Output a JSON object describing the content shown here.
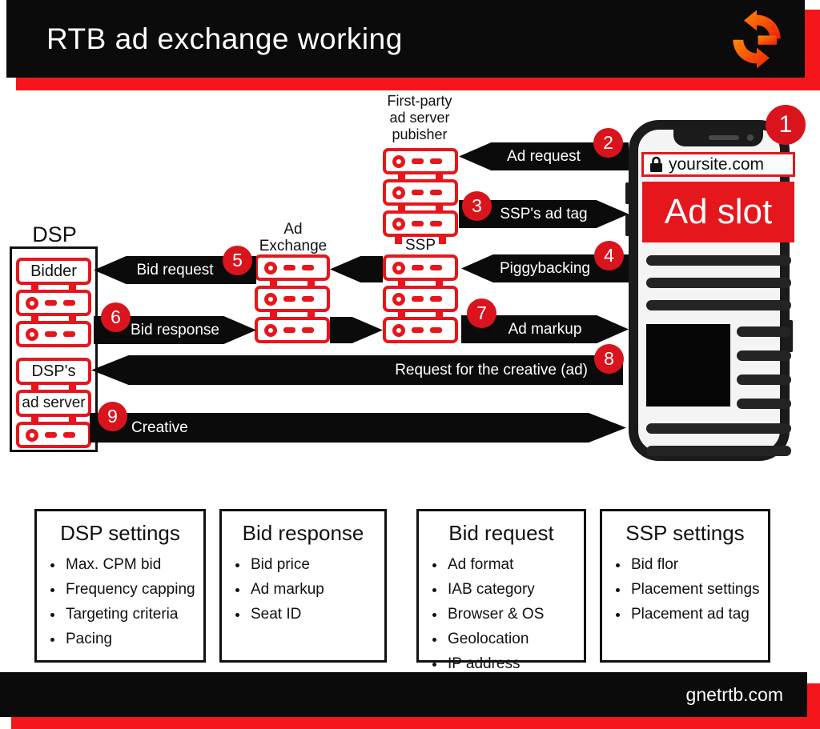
{
  "header": {
    "title": "RTB ad exchange working"
  },
  "footer": {
    "site": "gnetrtb.com"
  },
  "colors": {
    "red_elements": "#e6161d",
    "red_stripe": "#f5161b",
    "black": "#0b0b0b",
    "logo_orange": "#ff8a00",
    "logo_red": "#ee1c0c"
  },
  "phone": {
    "badge": "1",
    "url": "yoursite.com",
    "ad_slot": "Ad slot"
  },
  "groups": {
    "first_party": {
      "label_lines": [
        "First-party",
        "ad server",
        "pubisher"
      ]
    },
    "ad_exchange": {
      "label_lines": [
        "Ad",
        "Exchange"
      ]
    },
    "ssp": {
      "label": "SSP"
    },
    "dsp": {
      "label": "DSP",
      "units": {
        "bidder": "Bidder",
        "dsps": "DSP's",
        "ad_server": "ad server"
      }
    }
  },
  "arrows": [
    {
      "num": "2",
      "label": "Ad request"
    },
    {
      "num": "3",
      "label": "SSP's ad tag"
    },
    {
      "num": "4",
      "label": "Piggybacking"
    },
    {
      "num": "5",
      "label": "Bid request"
    },
    {
      "num": "6",
      "label": "Bid response"
    },
    {
      "num": "7",
      "label": "Ad markup"
    },
    {
      "num": "8",
      "label": "Request for the creative (ad)"
    },
    {
      "num": "9",
      "label": "Creative"
    }
  ],
  "panels": [
    {
      "title": "DSP settings",
      "items": [
        "Max. CPM bid",
        "Frequency capping",
        "Targeting criteria",
        "Pacing"
      ]
    },
    {
      "title": "Bid response",
      "items": [
        "Bid price",
        "Ad markup",
        "Seat ID"
      ]
    },
    {
      "title": "Bid request",
      "items": [
        "Ad format",
        "IAB category",
        "Browser & OS",
        "Geolocation",
        "IP address"
      ]
    },
    {
      "title": "SSP settings",
      "items": [
        "Bid flor",
        "Placement settings",
        "Placement ad tag"
      ]
    }
  ]
}
